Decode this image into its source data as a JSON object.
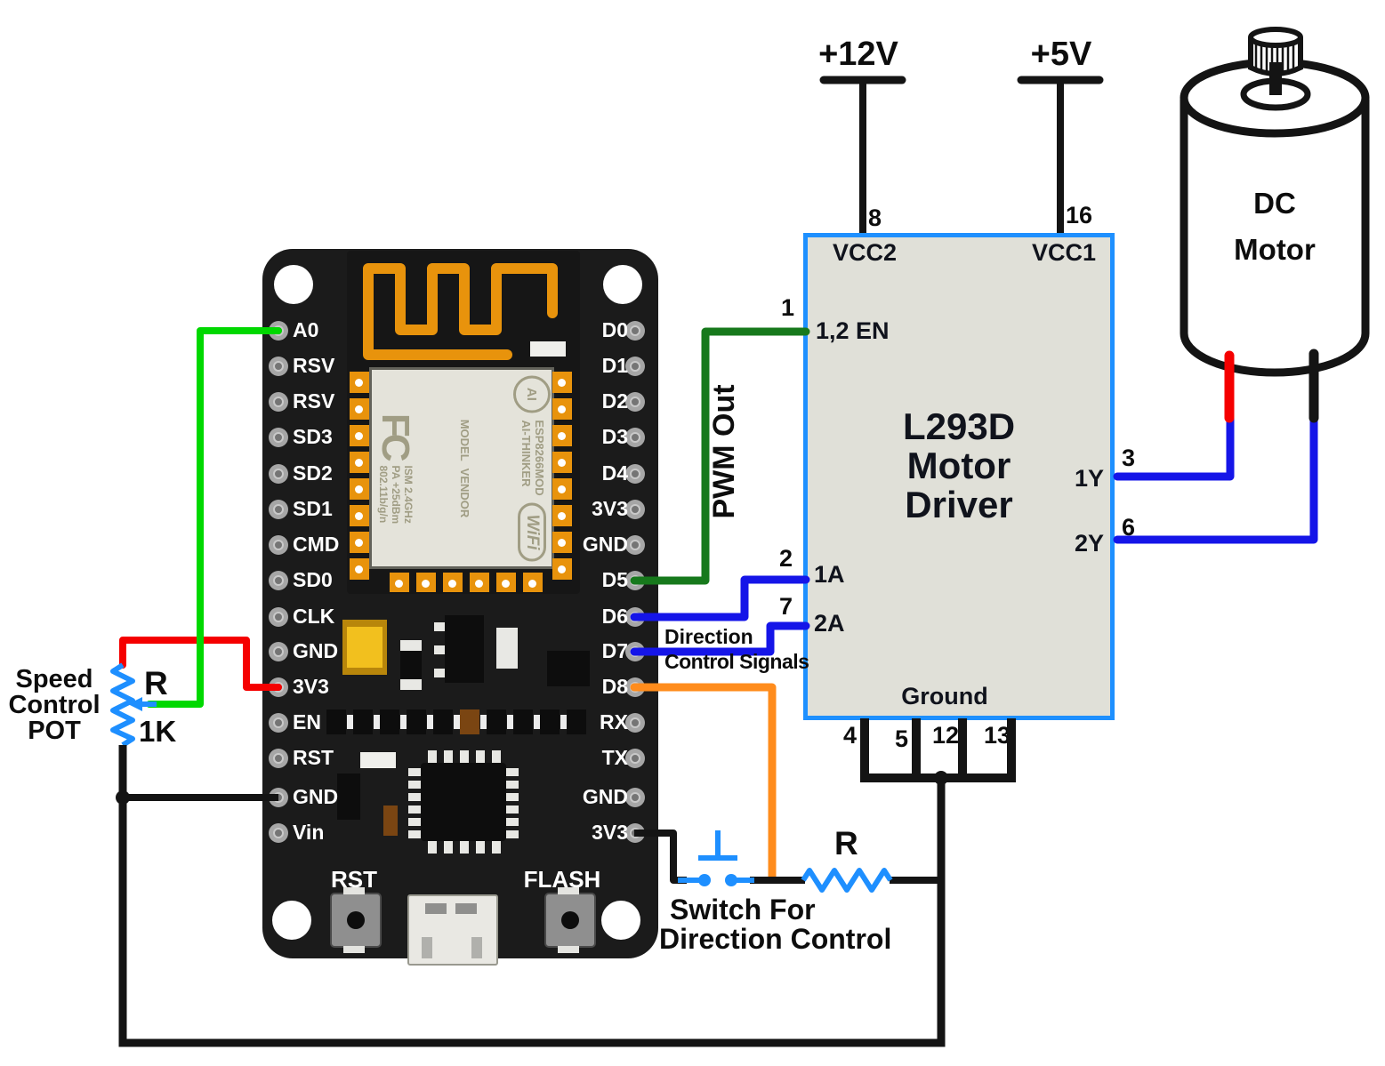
{
  "colors": {
    "green_wire": "#00d800",
    "red_wire": "#f50000",
    "dark_green_wire": "#17791c",
    "blue_wire": "#1515e8",
    "orange_wire": "#ff8c1c",
    "light_blue": "#1e8fff",
    "black_wire": "#141414",
    "antenna_orange": "#e8930c",
    "driver_border": "#1e90ff",
    "driver_fill": "#e0e0d8"
  },
  "power": {
    "v12": "+12V",
    "v5": "+5V"
  },
  "driver": {
    "title": [
      "L293D",
      "Motor",
      "Driver"
    ],
    "pins": {
      "vcc2": "VCC2",
      "vcc1": "VCC1",
      "en": "1,2 EN",
      "in1": "1A",
      "in2": "2A",
      "out1": "1Y",
      "out2": "2Y",
      "ground": "Ground"
    },
    "numbers": {
      "vcc2": "8",
      "vcc1": "16",
      "en": "1",
      "in1": "2",
      "in2": "7",
      "out1": "3",
      "out2": "6",
      "gnd": [
        "4",
        "5",
        "12",
        "13"
      ]
    }
  },
  "motor": {
    "label": [
      "DC",
      "Motor"
    ]
  },
  "nodemcu": {
    "left_pins": [
      "A0",
      "RSV",
      "RSV",
      "SD3",
      "SD2",
      "SD1",
      "CMD",
      "SD0",
      "CLK",
      "GND",
      "3V3",
      "EN",
      "RST",
      "GND",
      "Vin"
    ],
    "right_pins": [
      "D0",
      "D1",
      "D2",
      "D3",
      "D4",
      "3V3",
      "GND",
      "D5",
      "D6",
      "D7",
      "D8",
      "RX",
      "TX",
      "GND",
      "3V3"
    ],
    "buttons": {
      "rst": "RST",
      "flash": "FLASH"
    },
    "module": {
      "fc": "FC",
      "ai": "AI",
      "esp": "ESP8266MOD",
      "maker": "AI-THINKER",
      "model": "MODEL",
      "vendor": "VENDOR",
      "ism": "ISM 2.4GHz",
      "pa": "PA +25dBm",
      "std": "802.11b/g/n",
      "wifi": "WiFi"
    }
  },
  "annotations": {
    "pwm": "PWM Out",
    "dir1": "Direction",
    "dir2": "Control Signals",
    "pot": [
      "Speed",
      "Control",
      "POT"
    ],
    "pot_r": "R",
    "pot_value": "1K",
    "switch1": "Switch For",
    "switch2": "Direction Control",
    "res_r": "R"
  }
}
